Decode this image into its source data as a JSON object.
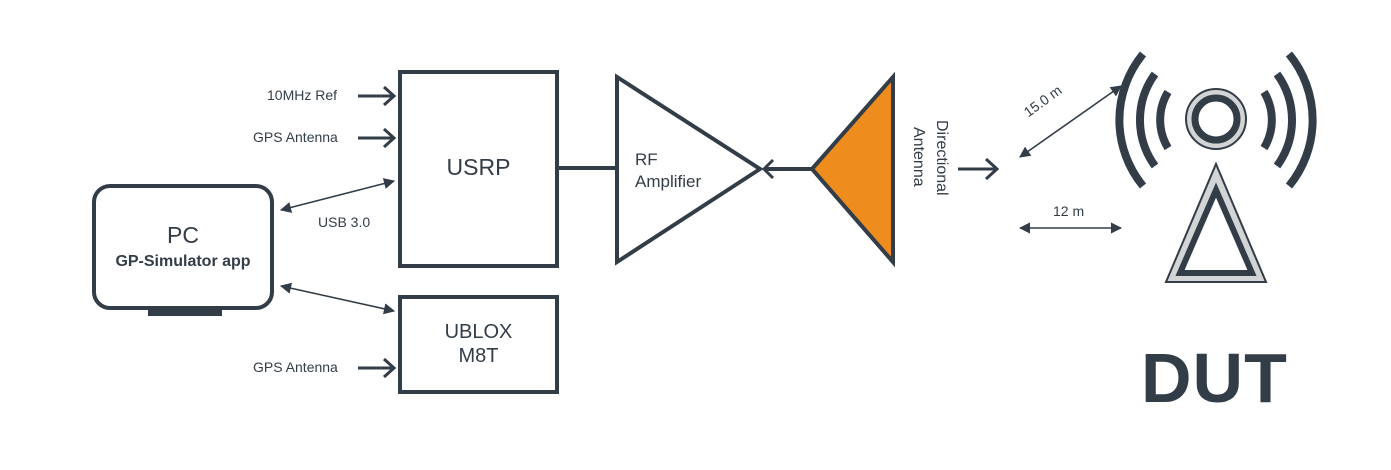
{
  "colors": {
    "stroke": "#333d47",
    "antenna_fill": "#ee8c1e",
    "dut_gray": "#d2d4d6"
  },
  "inputs": {
    "ref_10mhz": "10MHz Ref",
    "gps_antenna_usrp": "GPS Antenna",
    "gps_antenna_ublox": "GPS Antenna"
  },
  "pc": {
    "title": "PC",
    "subtitle": "GP-Simulator app"
  },
  "usb_label": "USB 3.0",
  "usrp": {
    "label": "USRP"
  },
  "amplifier": {
    "line1": "RF",
    "line2": "Amplifier"
  },
  "directional_antenna": {
    "line1": "Directional",
    "line2": "Antenna"
  },
  "ublox": {
    "line1": "UBLOX",
    "line2": "M8T"
  },
  "distances": {
    "slant": "15.0 m",
    "horizontal": "12 m"
  },
  "dut_label": "DUT",
  "icons": [
    "arrow-right-icon",
    "double-arrow-icon",
    "radio-tower-icon"
  ]
}
